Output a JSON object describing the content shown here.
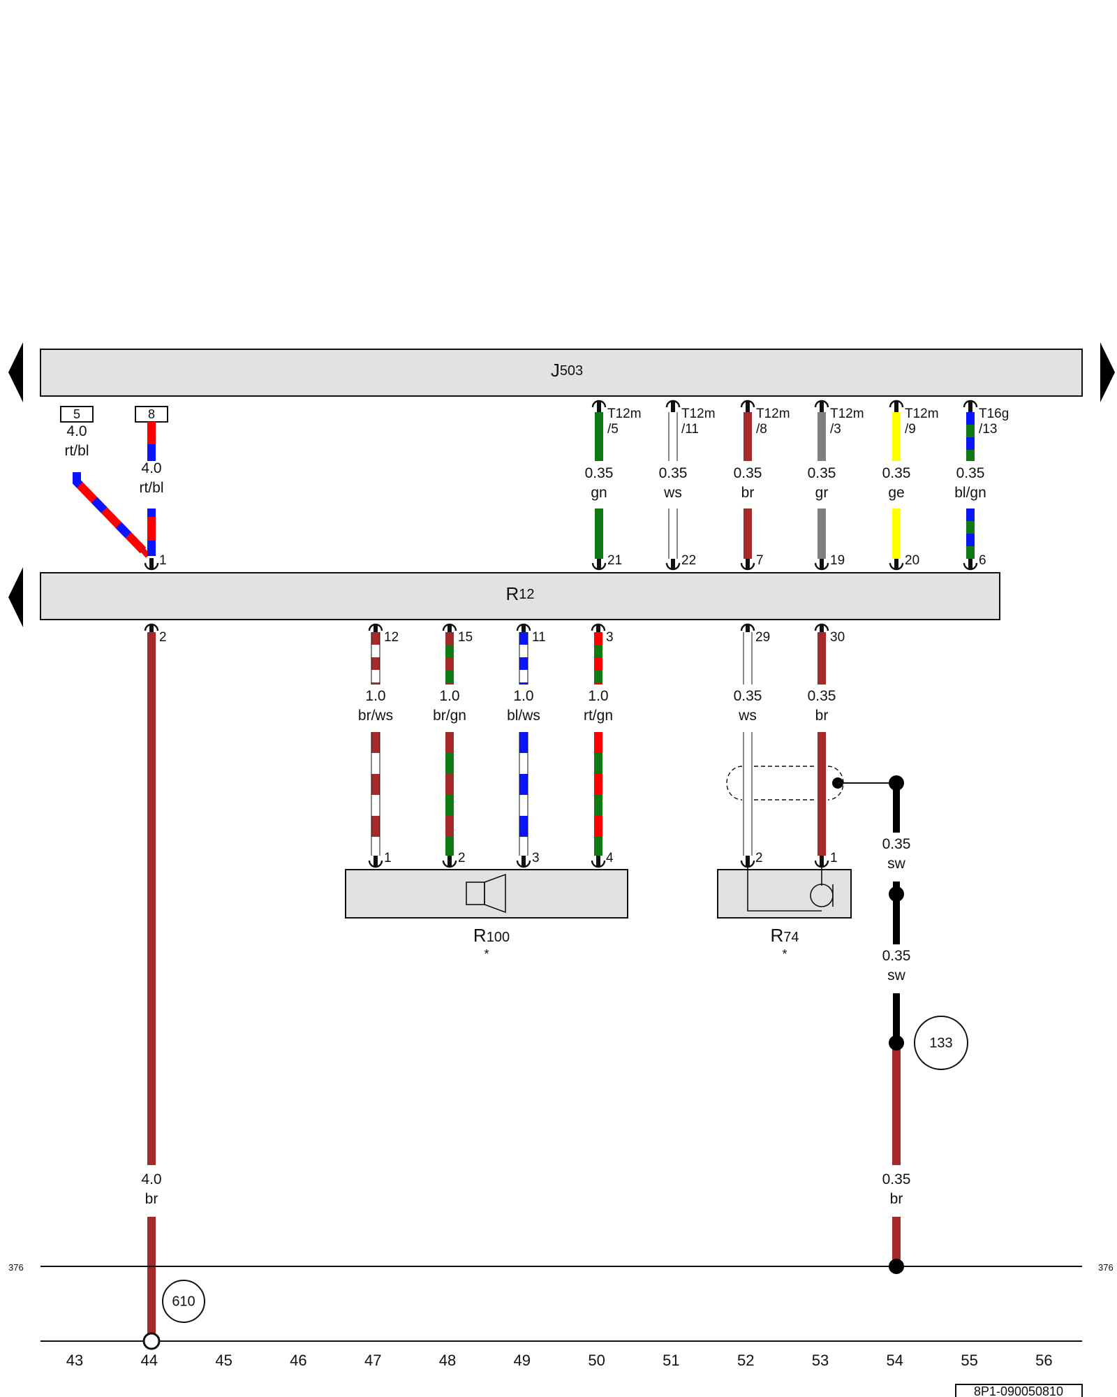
{
  "components": {
    "j503": {
      "prefix": "J",
      "suffix": "503"
    },
    "r12": {
      "prefix": "R",
      "suffix": "12"
    },
    "r100": {
      "prefix": "R",
      "suffix": "100",
      "note": "*"
    },
    "r74": {
      "prefix": "R",
      "suffix": "74",
      "note": "*"
    }
  },
  "fuses": [
    {
      "id": "fuse-5",
      "label": "5"
    },
    {
      "id": "fuse-8",
      "label": "8"
    }
  ],
  "colors": {
    "rt": "#ff0000",
    "bl": "#0a14ff",
    "gn": "#0f7a14",
    "ws": "#ffffff",
    "br": "#a52a2a",
    "gr": "#808080",
    "ge": "#ffff00",
    "sw": "#000000",
    "box_fill": "#e2e2e2",
    "outline": "#111111"
  },
  "wires": [
    {
      "id": "w-rtbl-diag",
      "size": "4.0",
      "color": "rt/bl"
    },
    {
      "id": "w-rtbl-8",
      "size": "4.0",
      "color": "rt/bl"
    },
    {
      "id": "w-gn-50",
      "size": "0.35",
      "color": "gn",
      "top_conn": "T12m",
      "top_pin": "/5",
      "r12_pin": "21"
    },
    {
      "id": "w-ws-51",
      "size": "0.35",
      "color": "ws",
      "top_conn": "T12m",
      "top_pin": "/11",
      "r12_pin": "22"
    },
    {
      "id": "w-br-52",
      "size": "0.35",
      "color": "br",
      "top_conn": "T12m",
      "top_pin": "/8",
      "r12_pin": "7"
    },
    {
      "id": "w-gr-53",
      "size": "0.35",
      "color": "gr",
      "top_conn": "T12m",
      "top_pin": "/3",
      "r12_pin": "19"
    },
    {
      "id": "w-ge-54",
      "size": "0.35",
      "color": "ge",
      "top_conn": "T12m",
      "top_pin": "/9",
      "r12_pin": "20"
    },
    {
      "id": "w-blgn-55",
      "size": "0.35",
      "color": "bl/gn",
      "top_conn": "T16g",
      "top_pin": "/13",
      "r12_pin": "6"
    },
    {
      "id": "w-brws-47",
      "size": "1.0",
      "color": "br/ws",
      "r12_pin": "12",
      "dest_pin": "1"
    },
    {
      "id": "w-brgn-48",
      "size": "1.0",
      "color": "br/gn",
      "r12_pin": "15",
      "dest_pin": "2"
    },
    {
      "id": "w-blws-49",
      "size": "1.0",
      "color": "bl/ws",
      "r12_pin": "11",
      "dest_pin": "3"
    },
    {
      "id": "w-rtgn-50",
      "size": "1.0",
      "color": "rt/gn",
      "r12_pin": "3",
      "dest_pin": "4"
    },
    {
      "id": "w-ws-52",
      "size": "0.35",
      "color": "ws",
      "r12_pin": "29",
      "dest_pin": "2"
    },
    {
      "id": "w-br-53",
      "size": "0.35",
      "color": "br",
      "r12_pin": "30",
      "dest_pin": "1"
    },
    {
      "id": "w-sw-54a",
      "size": "0.35",
      "color": "sw"
    },
    {
      "id": "w-sw-54b",
      "size": "0.35",
      "color": "sw"
    },
    {
      "id": "w-br-54",
      "size": "0.35",
      "color": "br"
    },
    {
      "id": "w-br-44",
      "size": "4.0",
      "color": "br"
    }
  ],
  "pins": {
    "r12_top_left": "1",
    "r12_bottom_left": "2"
  },
  "grounds": [
    {
      "id": "ground-133",
      "label": "133"
    },
    {
      "id": "ground-610",
      "label": "610"
    }
  ],
  "bus": {
    "left_label": "376",
    "right_label": "376"
  },
  "tracks": [
    "43",
    "44",
    "45",
    "46",
    "47",
    "48",
    "49",
    "50",
    "51",
    "52",
    "53",
    "54",
    "55",
    "56"
  ],
  "doc_code": "8P1-090050810"
}
